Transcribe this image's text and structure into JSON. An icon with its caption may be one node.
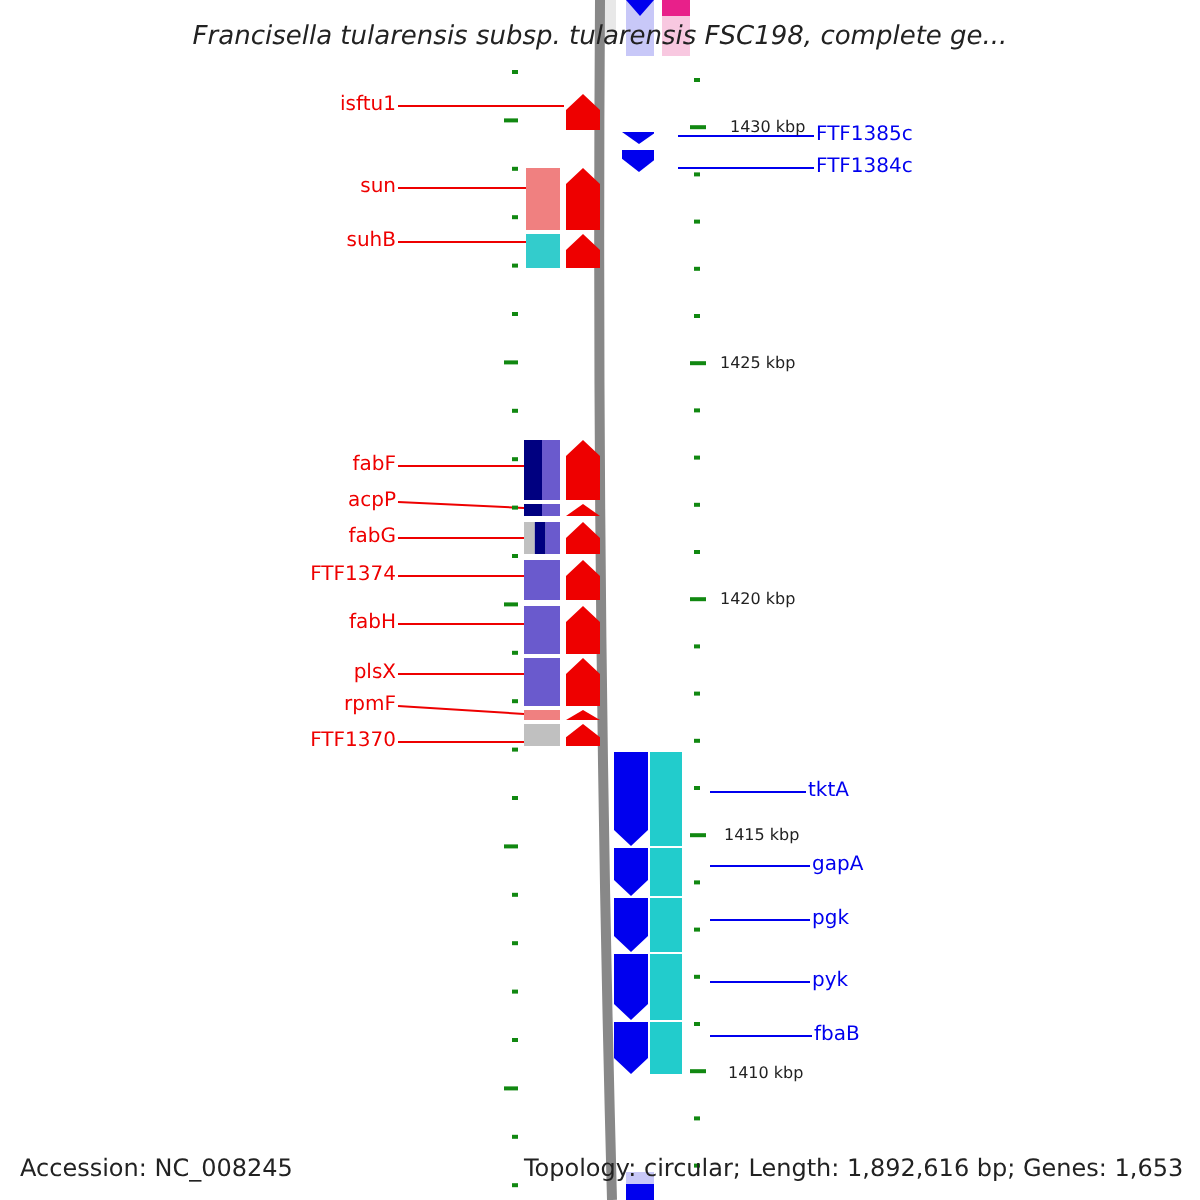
{
  "diagram": {
    "title": "Francisella tularensis subsp. tularensis FSC198, complete ge...",
    "nodes": [
      {
        "text": [
          "isftu1"
        ]
      },
      {
        "text": [
          "sun"
        ]
      },
      {
        "text": [
          "suhB"
        ]
      },
      {
        "text": [
          "fabF"
        ]
      },
      {
        "text": [
          "acpP"
        ]
      },
      {
        "text": [
          "fabG"
        ]
      },
      {
        "text": [
          "FTF1374"
        ]
      },
      {
        "text": [
          "fabH"
        ]
      },
      {
        "text": [
          "plsX"
        ]
      },
      {
        "text": [
          "rpmF"
        ]
      },
      {
        "text": [
          "FTF1370"
        ]
      },
      {
        "text": [
          "FTF1385c"
        ]
      },
      {
        "text": [
          "FTF1384c"
        ]
      },
      {
        "text": [
          "tktA"
        ]
      },
      {
        "text": [
          "gapA"
        ]
      },
      {
        "text": [
          "pgk"
        ]
      },
      {
        "text": [
          "pyk"
        ]
      },
      {
        "text": [
          "fbaB"
        ]
      },
      {
        "text": [],
        "shape": "arrow"
      },
      {
        "text": [],
        "shape": "arrow"
      },
      {
        "text": [],
        "shape": "arrow"
      },
      {
        "text": [],
        "shape": "arrow"
      },
      {
        "text": [],
        "shape": "arrow"
      },
      {
        "text": [],
        "shape": "arrow"
      },
      {
        "text": [],
        "shape": "arrow"
      },
      {
        "text": [],
        "shape": "arrow"
      },
      {
        "text": [],
        "shape": "arrow"
      },
      {
        "text": [],
        "shape": "arrow"
      },
      {
        "text": [],
        "shape": "arrow"
      },
      {
        "text": [],
        "shape": "arrow"
      },
      {
        "text": [],
        "shape": "arrow"
      },
      {
        "text": [],
        "shape": "arrow"
      },
      {
        "text": [],
        "shape": "arrow"
      },
      {
        "text": [],
        "shape": "arrow"
      },
      {
        "text": [],
        "shape": "arrow"
      },
      {
        "text": [],
        "shape": "arrow"
      }
    ],
    "edges": [
      {
        "from": 0,
        "to": 18,
        "arrow": "none"
      },
      {
        "from": 1,
        "to": 19,
        "arrow": "none"
      },
      {
        "from": 2,
        "to": 20,
        "arrow": "none"
      },
      {
        "from": 3,
        "to": 21,
        "arrow": "none"
      },
      {
        "from": 4,
        "to": 22,
        "arrow": "none"
      },
      {
        "from": 5,
        "to": 23,
        "arrow": "none"
      },
      {
        "from": 6,
        "to": 24,
        "arrow": "none"
      },
      {
        "from": 7,
        "to": 25,
        "arrow": "none"
      },
      {
        "from": 8,
        "to": 26,
        "arrow": "none"
      },
      {
        "from": 9,
        "to": 27,
        "arrow": "none"
      },
      {
        "from": 10,
        "to": 28,
        "arrow": "none"
      },
      {
        "from": 11,
        "to": 29,
        "arrow": "none",
        "color": "#0000ee"
      },
      {
        "from": 12,
        "to": 30,
        "arrow": "none",
        "color": "#0000ee"
      },
      {
        "from": 13,
        "to": 31,
        "arrow": "none",
        "color": "#0000ee"
      },
      {
        "from": 14,
        "to": 32,
        "arrow": "none",
        "color": "#0000ee"
      },
      {
        "from": 15,
        "to": 33,
        "arrow": "none",
        "color": "#0000ee"
      },
      {
        "from": 16,
        "to": 34,
        "arrow": "none",
        "color": "#0000ee"
      },
      {
        "from": 17,
        "to": 35,
        "arrow": "none",
        "color": "#0000ee"
      }
    ],
    "labels": [
      "1430 kbp",
      "1425 kbp",
      "1420 kbp",
      "1415 kbp",
      "1410 kbp",
      "Accession: NC_008245",
      "Topology: circular; Length: 1,892,616 bp; Genes: 1,653"
    ]
  }
}
